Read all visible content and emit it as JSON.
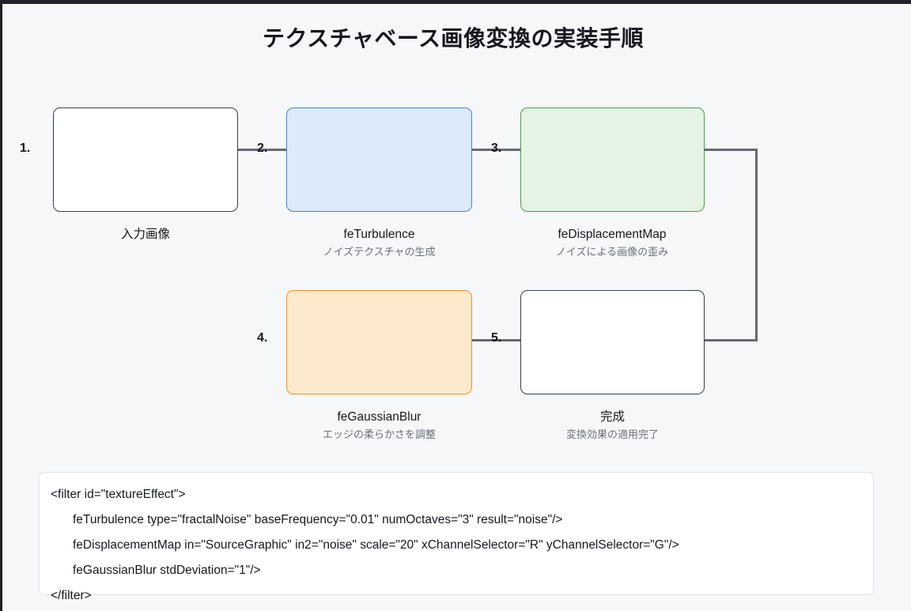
{
  "page": {
    "title": "テクスチャベース画像変換の実装手順",
    "background_color": "#f6f7f9"
  },
  "diagram": {
    "type": "flowchart",
    "connector_color": "#666a6e",
    "steps": [
      {
        "number": "1.",
        "label": "入力画像",
        "sublabel": "",
        "fill": "#ffffff",
        "stroke": "#3b3f44"
      },
      {
        "number": "2.",
        "label": "feTurbulence",
        "sublabel": "ノイズテクスチャの生成",
        "fill": "#ddeafa",
        "stroke": "#3b86d8"
      },
      {
        "number": "3.",
        "label": "feDisplacementMap",
        "sublabel": "ノイズによる画像の歪み",
        "fill": "#e4f3e3",
        "stroke": "#46a04a"
      },
      {
        "number": "4.",
        "label": "feGaussianBlur",
        "sublabel": "エッジの柔らかさを調整",
        "fill": "#fdeacd",
        "stroke": "#ef8f1c"
      },
      {
        "number": "5.",
        "label": "完成",
        "sublabel": "変換効果の適用完了",
        "fill": "#ffffff",
        "stroke": "#3b3f44"
      }
    ]
  },
  "code": {
    "lines": [
      "<filter id=\"textureEffect\">",
      "feTurbulence type=\"fractalNoise\" baseFrequency=\"0.01\" numOctaves=\"3\" result=\"noise\"/>",
      "feDisplacementMap in=\"SourceGraphic\" in2=\"noise\" scale=\"20\" xChannelSelector=\"R\" yChannelSelector=\"G\"/>",
      "feGaussianBlur stdDeviation=\"1\"/>",
      "</filter>"
    ]
  }
}
